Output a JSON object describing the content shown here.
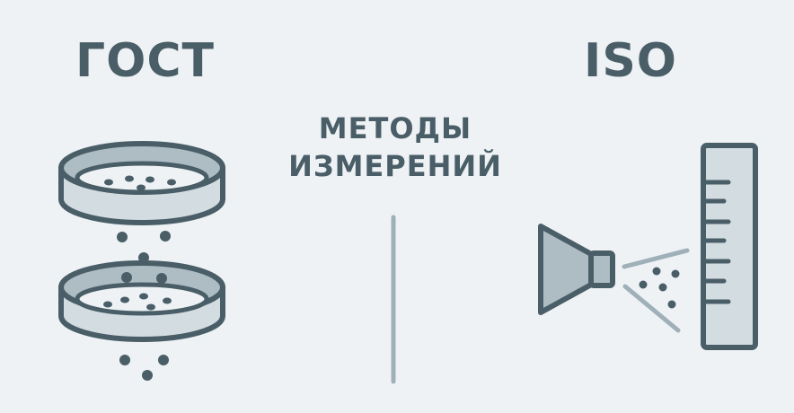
{
  "left_section": {
    "title": "ГОСТ",
    "illustration": "sieve-stack-icon"
  },
  "center": {
    "line1": "МЕТОДЫ",
    "line2": "ИЗМЕРЕНИЙ"
  },
  "right_section": {
    "title": "ISO",
    "illustration": "laser-diffraction-icon"
  },
  "colors": {
    "background": "#eef2f5",
    "text": "#4a5e68",
    "stroke": "#4a5e68",
    "fill_light": "#d3dce1",
    "fill_mid": "#aebdc4",
    "divider": "#9fb0b8"
  }
}
